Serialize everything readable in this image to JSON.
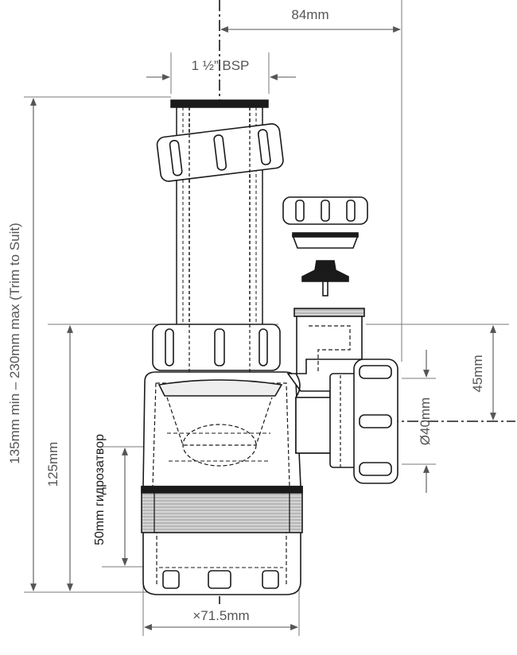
{
  "dimensions": {
    "overall_height": "135mm min – 230mm max (Trim to Suit)",
    "body_height": "125mm",
    "water_seal": "50mm гидрозатвор",
    "thread": "1 ½” BSP",
    "offset": "84mm",
    "outlet_height": "45mm",
    "outlet_diameter": "Ø40mm",
    "body_diameter": "×71.5mm"
  },
  "colors": {
    "line": "#1a1a1a",
    "dim_line": "#666666",
    "hatch": "#b0b0b0"
  }
}
